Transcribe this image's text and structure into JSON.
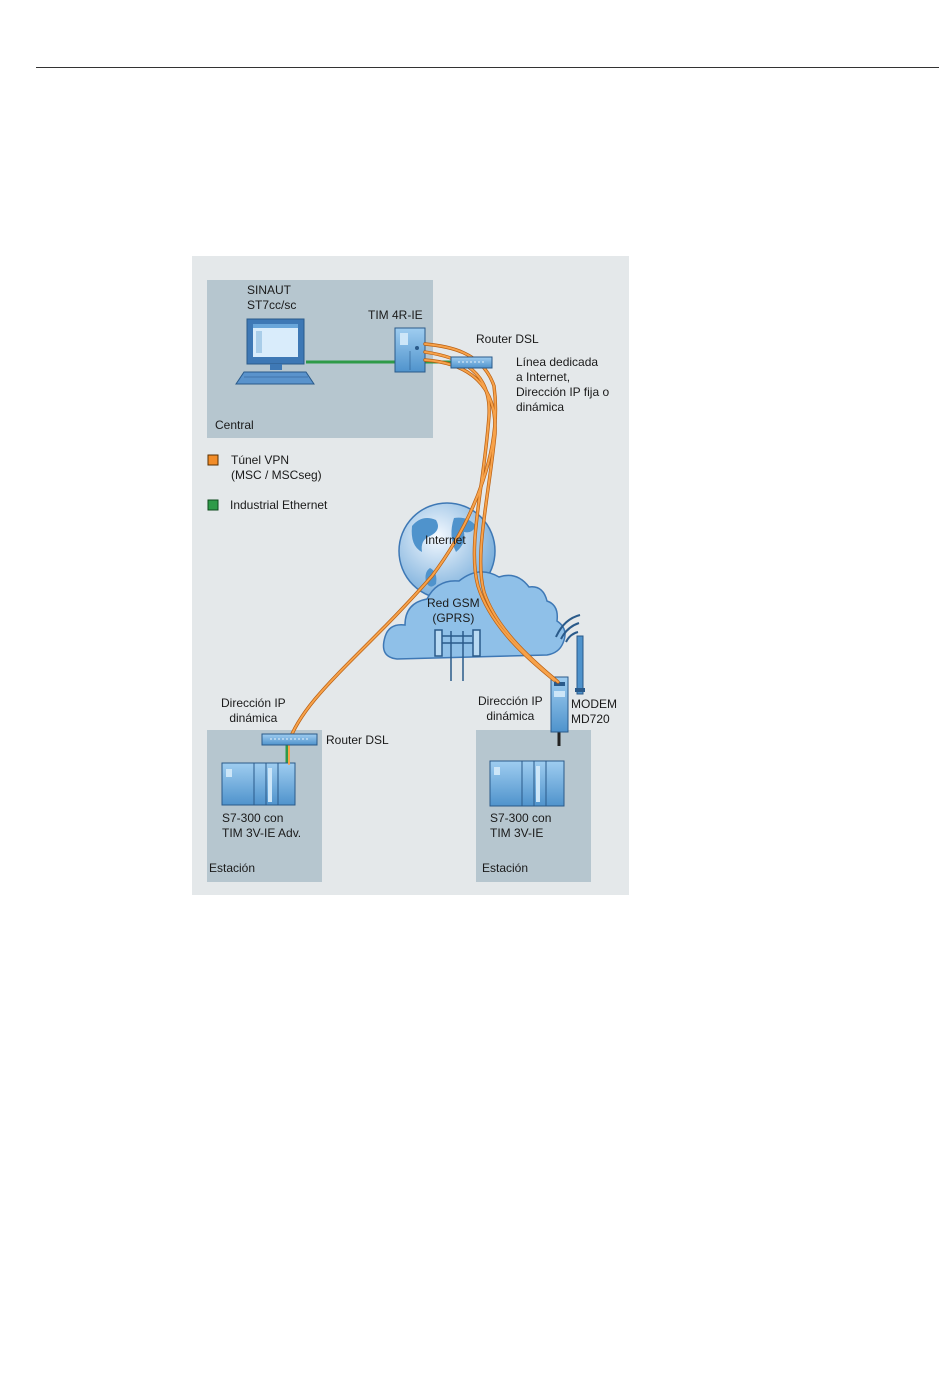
{
  "diagram": {
    "central_label": "Central",
    "sinaut_label": [
      "SINAUT",
      "ST7cc/sc"
    ],
    "tim4r_label": "TIM 4R-IE",
    "router_dsl_top_label": "Router DSL",
    "leased_line_label": [
      "Línea dedicada",
      "a Internet,",
      "Dirección IP fija o",
      "dinámica"
    ],
    "legend": {
      "vpn": [
        "Túnel VPN",
        "(MSC / MSCseg)"
      ],
      "ethernet": "Industrial Ethernet",
      "vpn_color": "#f28c28",
      "ethernet_color": "#2e9a48"
    },
    "internet_label": "Internet",
    "gsm_label": [
      "Red GSM",
      "(GPRS)"
    ],
    "left_ip_label": [
      "Dirección IP",
      "dinámica"
    ],
    "router_dsl_bottom_label": "Router DSL",
    "right_ip_label": [
      "Dirección IP",
      "dinámica"
    ],
    "modem_label": [
      "MODEM",
      "MD720"
    ],
    "station_left": {
      "device": [
        "S7-300 con",
        "TIM 3V-IE Adv."
      ],
      "label": "Estación"
    },
    "station_right": {
      "device": [
        "S7-300 con",
        "TIM 3V-IE"
      ],
      "label": "Estación"
    },
    "colors": {
      "panel": "#b6c6cf",
      "device_blue": "#5a9fd4",
      "cloud_blue": "#8fc0e8"
    }
  }
}
